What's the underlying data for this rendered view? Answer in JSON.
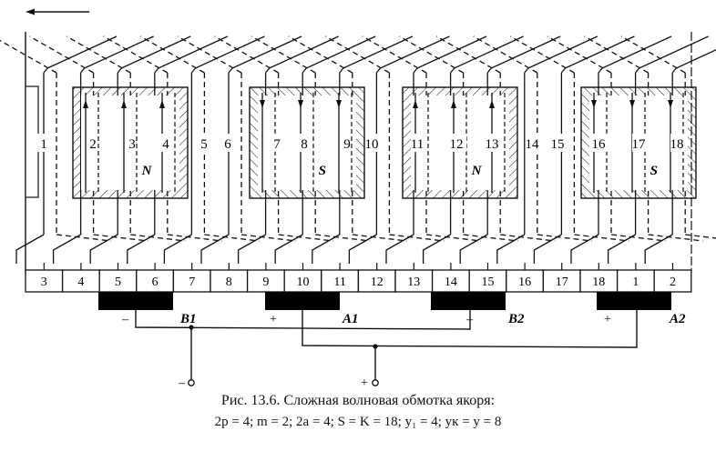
{
  "figure": {
    "direction_arrow": "arrow-left-icon",
    "slot_labels": [
      "1",
      "2",
      "3",
      "4",
      "5",
      "6",
      "7",
      "8",
      "9",
      "10",
      "11",
      "12",
      "13",
      "14",
      "15",
      "16",
      "17",
      "18"
    ],
    "poles": [
      {
        "label": "N",
        "conductor_direction": "up"
      },
      {
        "label": "S",
        "conductor_direction": "down"
      },
      {
        "label": "N",
        "conductor_direction": "up"
      },
      {
        "label": "S",
        "conductor_direction": "down"
      }
    ],
    "commutator_segments": [
      "3",
      "4",
      "5",
      "6",
      "7",
      "8",
      "9",
      "10",
      "11",
      "12",
      "13",
      "14",
      "15",
      "16",
      "17",
      "18",
      "1",
      "2"
    ],
    "brushes": [
      {
        "label": "B1",
        "polarity": "–"
      },
      {
        "label": "A1",
        "polarity": "+"
      },
      {
        "label": "B2",
        "polarity": "–"
      },
      {
        "label": "A2",
        "polarity": "+"
      }
    ],
    "terminals": [
      {
        "polarity": "–"
      },
      {
        "polarity": "+"
      }
    ]
  },
  "caption": {
    "title": "Рис. 13.6. Сложная волновая обмотка якоря:",
    "params": "2p = 4;  m = 2;  2a = 4;  S = K = 18;  y₁ = 4;  yк = y = 8"
  }
}
